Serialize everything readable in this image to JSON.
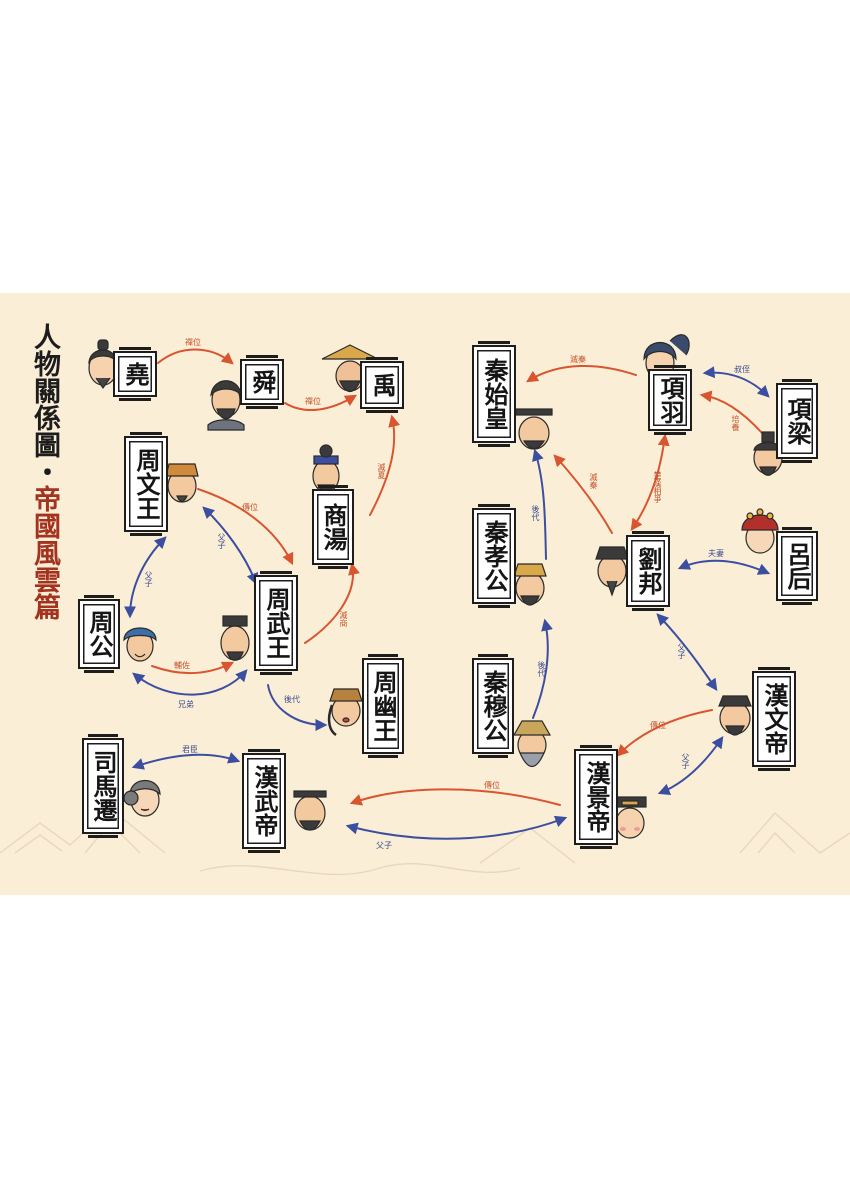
{
  "title": {
    "line1": "人物關係圖",
    "dot": "・",
    "line2": "帝國風雲篇"
  },
  "colors": {
    "background": "#fbeed7",
    "succession": "#d9552f",
    "family": "#3c4ea0",
    "title_red": "#a3321f"
  },
  "characters": {
    "yao": "堯",
    "shun": "舜",
    "yu": "禹",
    "shang_tang": "商湯",
    "zhou_wen_wang": "周文王",
    "zhou_wu_wang": "周武王",
    "zhou_gong": "周公",
    "zhou_you_wang": "周幽王",
    "sima_qian": "司馬遷",
    "han_wu_di": "漢武帝",
    "qin_shi_huang": "秦始皇",
    "qin_xiao_gong": "秦孝公",
    "qin_mu_gong": "秦穆公",
    "han_jing_di": "漢景帝",
    "han_wen_di": "漢文帝",
    "liu_bang": "劉邦",
    "xiang_yu": "項羽",
    "xiang_liang": "項梁",
    "lv_hou": "呂后"
  },
  "relations": {
    "yao_shun": "禪位",
    "shun_yu": "禪位",
    "tang_yu": "滅夏",
    "wen_wu": "傳位",
    "wu_tang": "滅商",
    "wen_wu_family": "父子",
    "wen_gong": "父子",
    "gong_wu": "輔佐",
    "gong_wu_family": "兄弟",
    "wu_you": "後代",
    "sima_han": "君臣",
    "jing_wu": "傳位",
    "jing_wu_family": "父子",
    "xiao_shi": "後代",
    "mu_xiao": "後代",
    "xy_shi": "滅秦",
    "lb_shi": "滅秦",
    "xy_lb": "楚漢相爭",
    "xl_xy": "叔侄",
    "xl_xy2": "培養",
    "lb_lv": "夫妻",
    "lb_wen": "父子",
    "wen_jing": "傳位",
    "wen_jing_family": "父子"
  }
}
